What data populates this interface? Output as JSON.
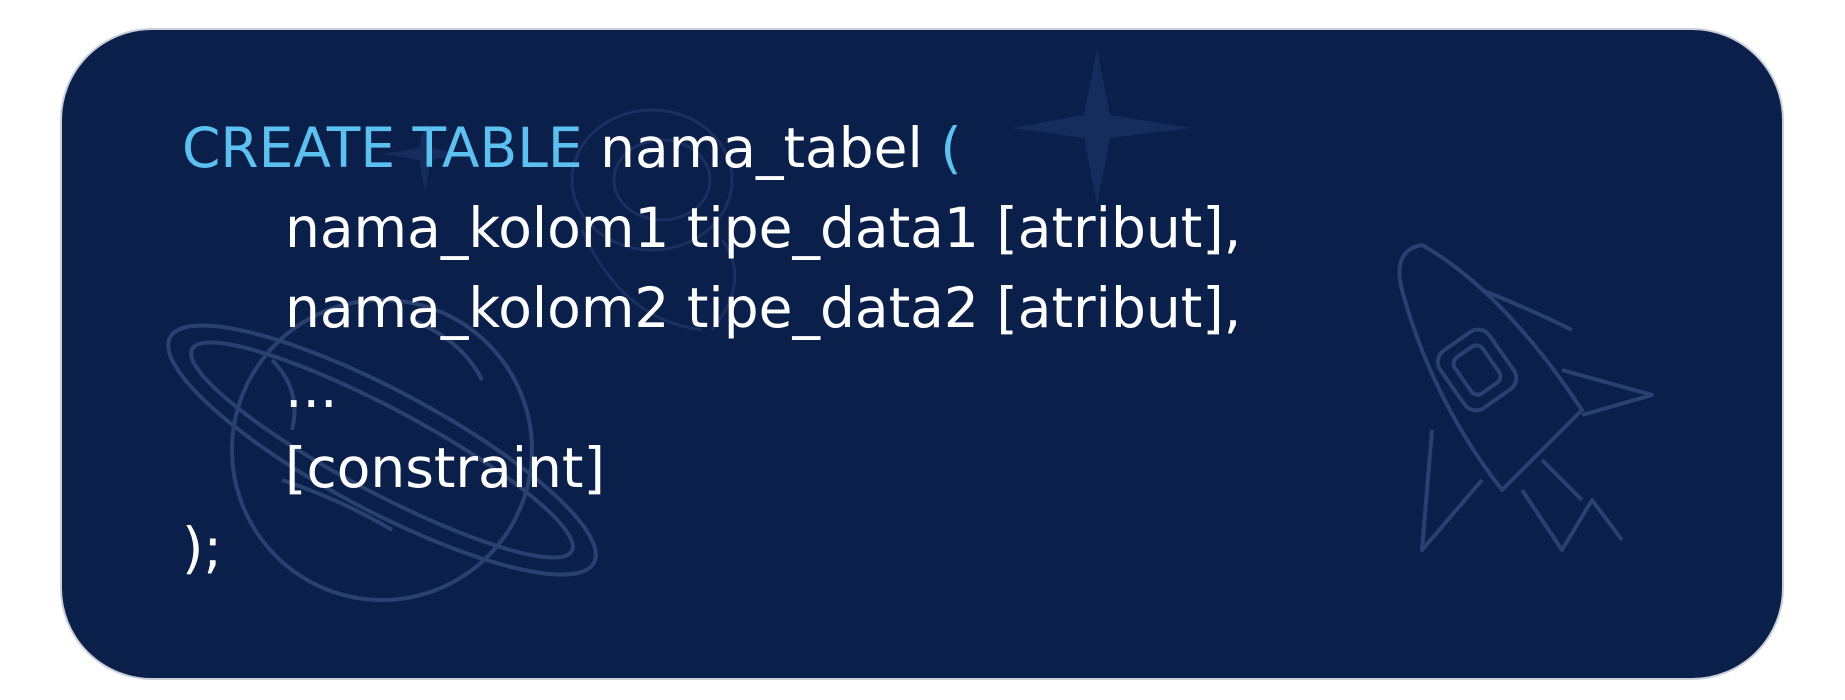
{
  "colors": {
    "card_background": "#0b1f4b",
    "keyword": "#5cc0f0",
    "text": "#ffffff",
    "decoration": "#2a406e"
  },
  "decorations": [
    "sparkle-icon",
    "planet-icon",
    "rocket-icon",
    "astronaut-icon"
  ],
  "code": {
    "line1": {
      "keyword": "CREATE TABLE",
      "name": " nama_tabel ",
      "paren": "("
    },
    "line2": "nama_kolom1 tipe_data1 [atribut],",
    "line3": "nama_kolom2 tipe_data2 [atribut],",
    "line4": "...",
    "line5": "[constraint]",
    "line6": ");"
  }
}
